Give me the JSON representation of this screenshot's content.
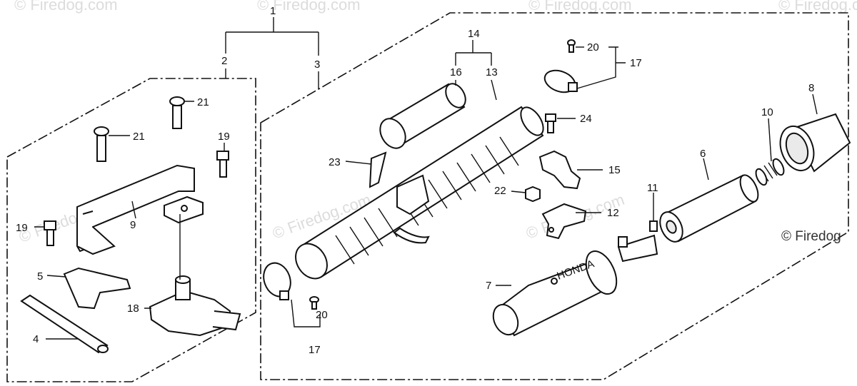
{
  "watermark": "© Firedog.com",
  "brand": "© Firedog",
  "stamp_text": "HONDA",
  "callouts": {
    "c1": "1",
    "c2": "2",
    "c3": "3",
    "c4": "4",
    "c5": "5",
    "c6": "6",
    "c7": "7",
    "c8": "8",
    "c9": "9",
    "c10": "10",
    "c11": "11",
    "c12": "12",
    "c13": "13",
    "c14": "14",
    "c15": "15",
    "c16": "16",
    "c17a": "17",
    "c17b": "17",
    "c18": "18",
    "c19a": "19",
    "c19b": "19",
    "c20a": "20",
    "c20b": "20",
    "c21a": "21",
    "c21b": "21",
    "c22": "22",
    "c23": "23",
    "c24": "24"
  }
}
